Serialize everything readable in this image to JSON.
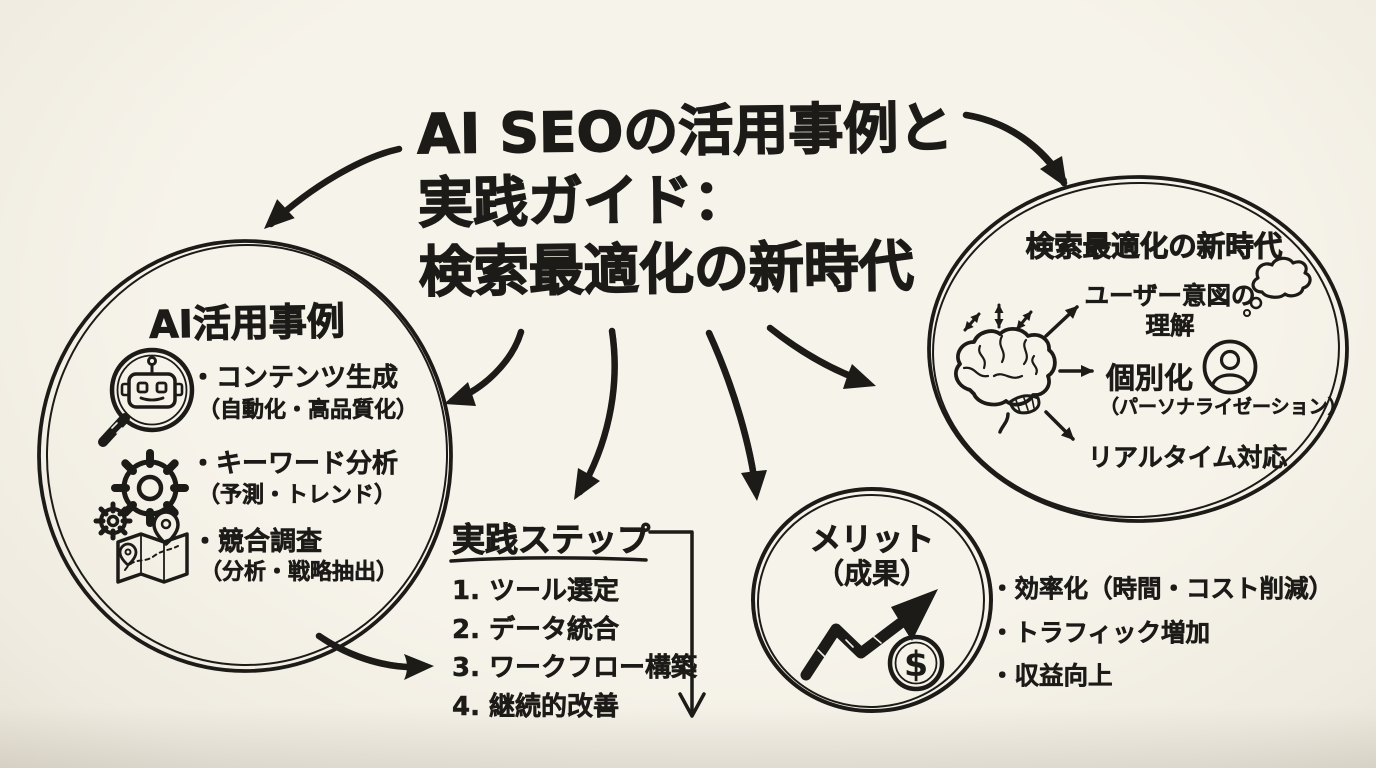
{
  "palette": {
    "paper": "#f3efe6",
    "ink": "#1d1b18"
  },
  "title": {
    "line1": "AI SEOの活用事例と",
    "line2": "実践ガイド：",
    "line3": "検索最適化の新時代"
  },
  "left_circle": {
    "heading": "AI活用事例",
    "items": [
      {
        "icon": "robot-magnifier-icon",
        "label": "・コンテンツ生成",
        "sub": "（自動化・高品質化）"
      },
      {
        "icon": "gears-icon",
        "label": "・キーワード分析",
        "sub": "（予測・トレンド）"
      },
      {
        "icon": "map-pins-icon",
        "label": "・競合調査",
        "sub": "（分析・戦略抽出）"
      }
    ]
  },
  "steps": {
    "heading": "実践ステップ",
    "items": [
      "1. ツール選定",
      "2. データ統合",
      "3. ワークフロー構築",
      "4. 継続的改善"
    ]
  },
  "merit": {
    "line1": "メリット",
    "line2": "（成果）",
    "icon": "trend-chart-dollar-icon"
  },
  "benefits": [
    "・効率化（時間・コスト削減）",
    "・トラフィック増加",
    "・収益向上"
  ],
  "right_circle": {
    "heading": "検索最適化の新時代",
    "user_intent_line1": "ユーザー意図の",
    "user_intent_line2": "理解",
    "personalization": "個別化",
    "personalization_sub": "（パーソナライゼーション）",
    "realtime": "リアルタイム対応"
  },
  "icons": {
    "dollar_glyph": "$"
  }
}
